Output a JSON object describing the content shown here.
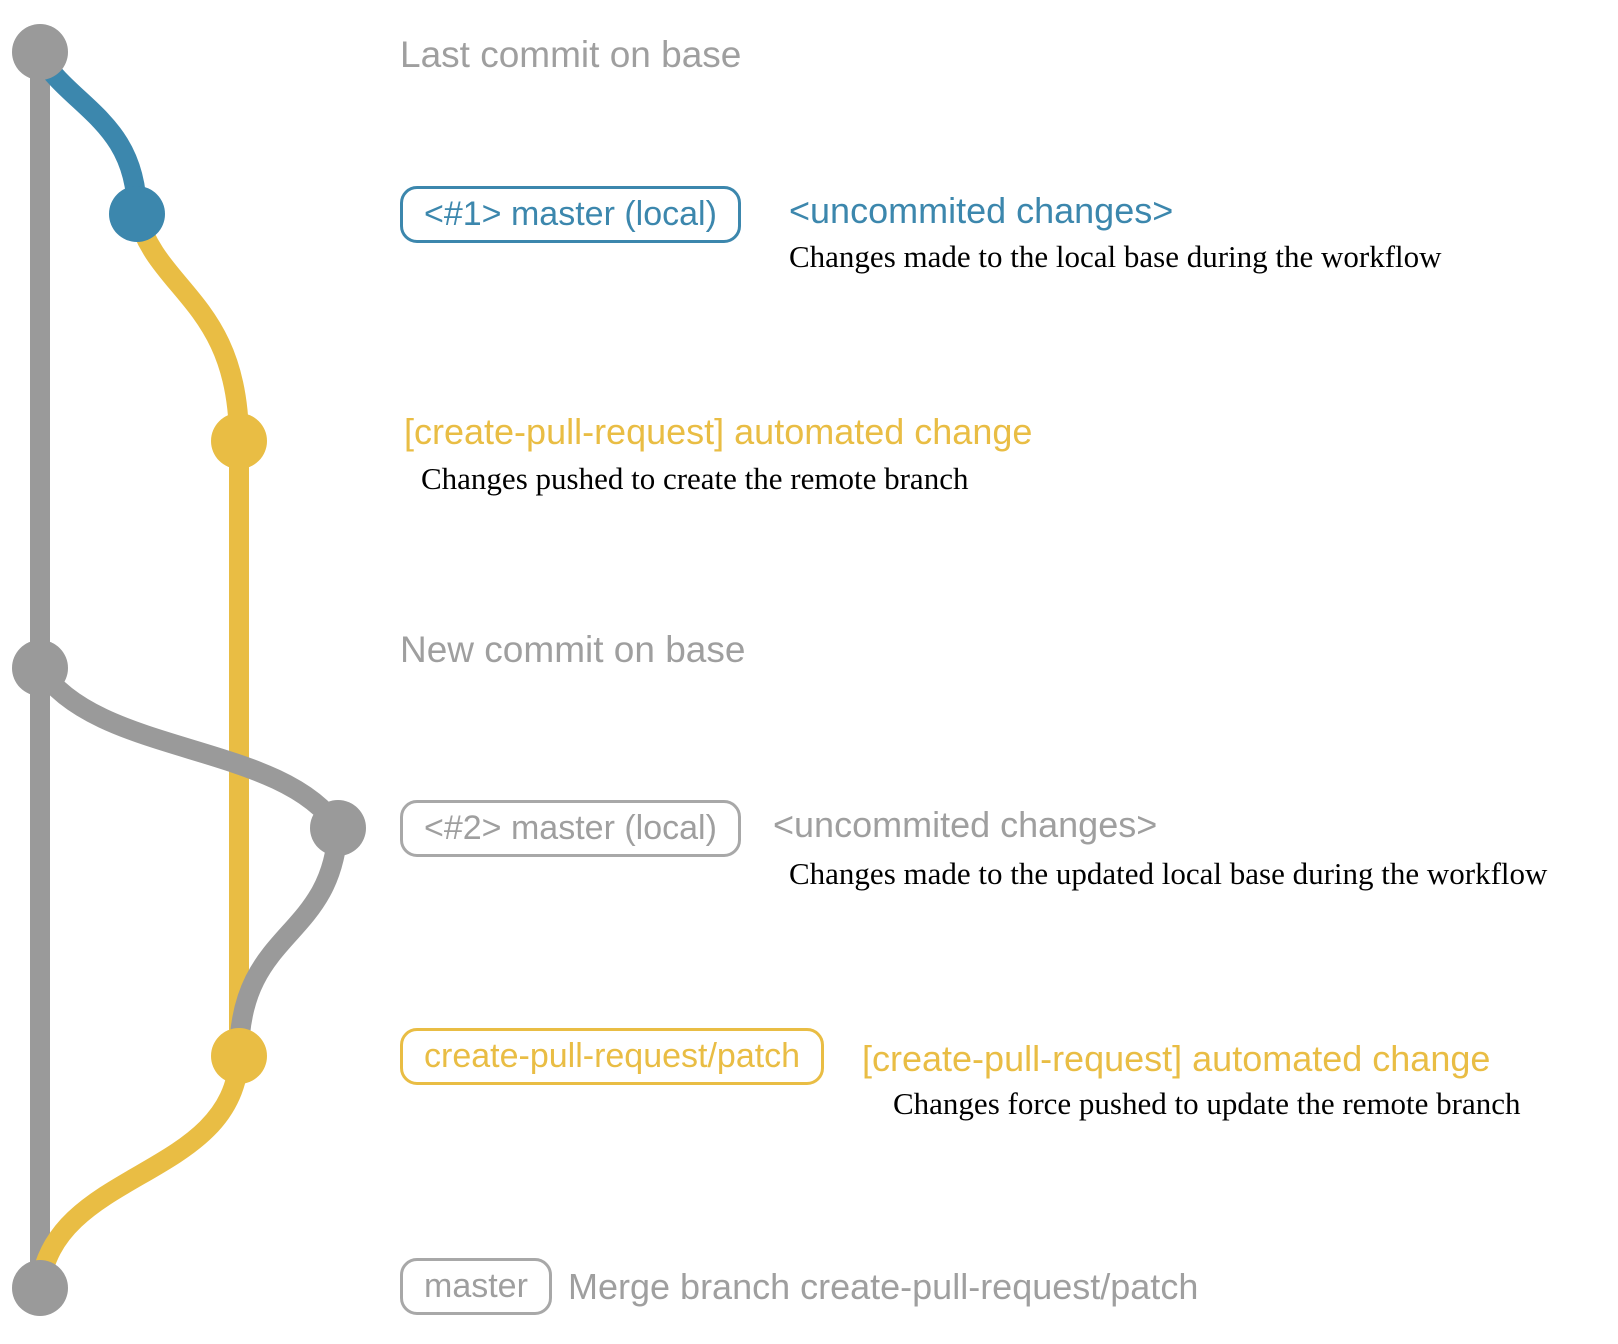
{
  "colors": {
    "branch_gray": "#9a9a9a",
    "branch_blue": "#3c87ad",
    "branch_yellow": "#e9bd44",
    "text_gray": "#9f9f9f",
    "caption_black": "#000000"
  },
  "graph": {
    "nodes": [
      {
        "id": "last-commit-on-base",
        "color": "gray"
      },
      {
        "id": "local-master-1",
        "color": "blue"
      },
      {
        "id": "remote-branch-commit-1",
        "color": "yellow"
      },
      {
        "id": "new-commit-on-base",
        "color": "gray"
      },
      {
        "id": "local-master-2",
        "color": "gray"
      },
      {
        "id": "remote-branch-commit-2",
        "color": "yellow"
      },
      {
        "id": "merge-commit",
        "color": "gray"
      }
    ]
  },
  "rows": {
    "last_commit": {
      "heading": "Last commit on base"
    },
    "local1": {
      "badge": "<#1> master (local)",
      "title": "<uncommited changes>",
      "caption": "Changes made to the local base during the workflow"
    },
    "push1": {
      "title": "[create-pull-request] automated change",
      "caption": "Changes pushed to create the remote branch"
    },
    "new_commit": {
      "heading": "New commit on base"
    },
    "local2": {
      "badge": "<#2> master (local)",
      "title": "<uncommited changes>",
      "caption": "Changes made to the updated local base during the workflow"
    },
    "push2": {
      "badge": "create-pull-request/patch",
      "title": "[create-pull-request] automated change",
      "caption": "Changes force pushed to update the remote branch"
    },
    "merge": {
      "badge": "master",
      "title": "Merge branch create-pull-request/patch"
    }
  }
}
